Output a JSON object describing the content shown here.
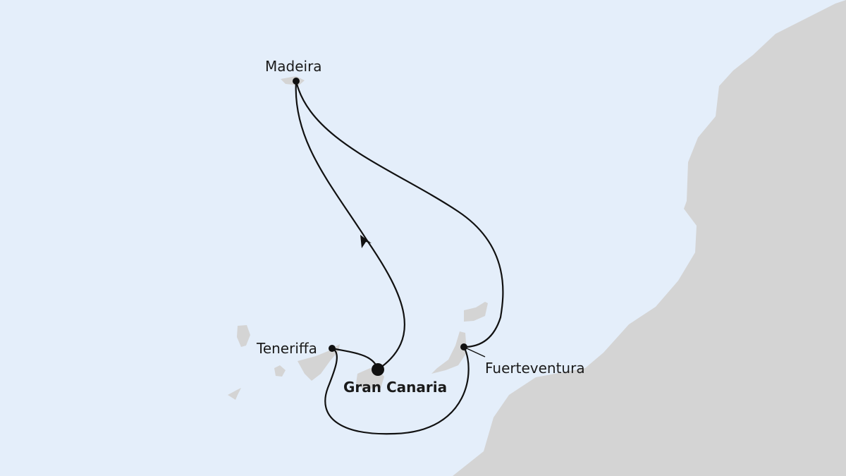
{
  "colors": {
    "sea": "#e4eefa",
    "land": "#d4d4d4",
    "route": "#111111"
  },
  "ports": {
    "madeira": "Madeira",
    "teneriffa": "Teneriffa",
    "gran_canaria": "Gran Canaria",
    "fuerteventura": "Fuerteventura"
  },
  "start_port": "Gran Canaria"
}
